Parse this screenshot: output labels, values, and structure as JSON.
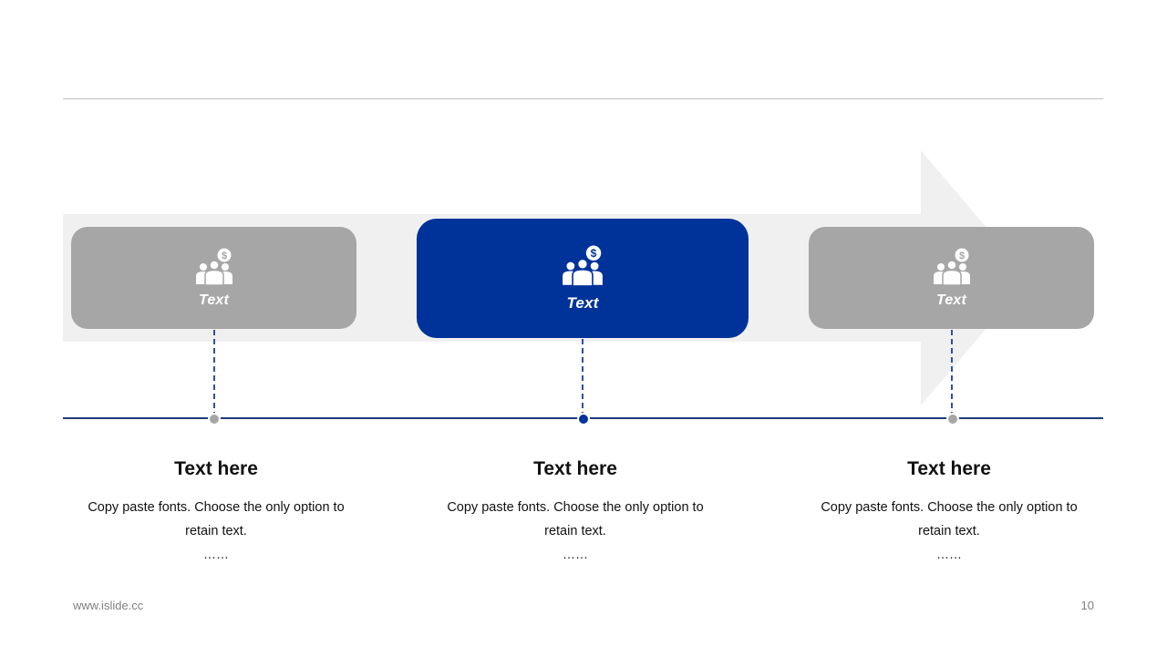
{
  "colors": {
    "accent": "#003399",
    "inactive": "#a6a6a6",
    "arrow": "#f0f0f0",
    "axis": "#1f3b7a"
  },
  "steps": [
    {
      "card_label": "Text",
      "icon": "team-money-icon",
      "active": false,
      "title": "Text here",
      "body_line1": "Copy paste fonts. Choose the only option to",
      "body_line2": "retain text.",
      "ellipsis": "……"
    },
    {
      "card_label": "Text",
      "icon": "team-money-icon",
      "active": true,
      "title": "Text here",
      "body_line1": "Copy paste fonts. Choose the only option to",
      "body_line2": "retain text.",
      "ellipsis": "……"
    },
    {
      "card_label": "Text",
      "icon": "team-money-icon",
      "active": false,
      "title": "Text here",
      "body_line1": "Copy paste fonts. Choose the only option to",
      "body_line2": "retain text.",
      "ellipsis": "……"
    }
  ],
  "footer": {
    "website": "www.islide.cc",
    "page_number": "10"
  }
}
